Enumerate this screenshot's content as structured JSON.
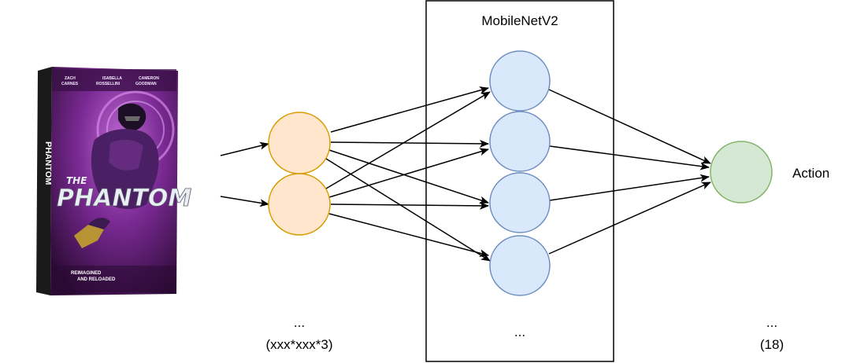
{
  "poster": {
    "title": "THE PHANTOM",
    "title_small": "THE",
    "title_big": "PHANTOM",
    "spine_text": "PHANTOM",
    "cast": [
      "ZACH",
      "CARNES",
      "ISABELLA",
      "ROSSELLINI",
      "CAMERON",
      "GOODMAN"
    ],
    "tagline_1": "REIMAGINED",
    "tagline_2": "AND RELOADED"
  },
  "labels": {
    "model_name": "MobileNetV2",
    "input_dots": "...",
    "input_shape": "(xxx*xxx*3)",
    "hidden_dots": "...",
    "output_dots": "...",
    "output_shape": "(18)",
    "output_label": "Action"
  },
  "colors": {
    "input_fill": "#ffe6cc",
    "input_stroke": "#d79b00",
    "hidden_fill": "#dae8fc",
    "hidden_stroke": "#6c8ebf",
    "output_fill": "#d5e8d4",
    "output_stroke": "#82b366"
  }
}
